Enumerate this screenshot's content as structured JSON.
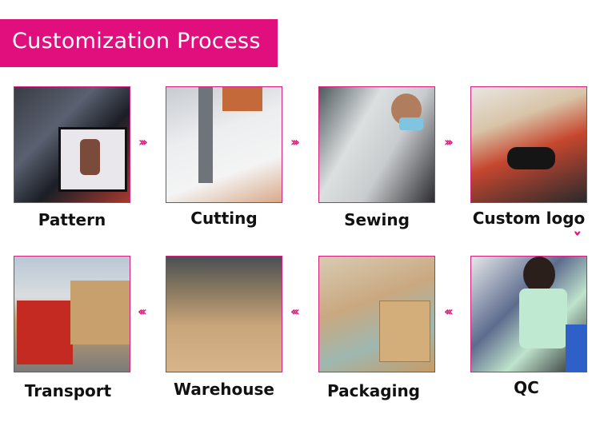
{
  "title": "Customization Process",
  "colors": {
    "accent": "#e10f7e"
  },
  "steps": [
    {
      "label": "Pattern"
    },
    {
      "label": "Cutting"
    },
    {
      "label": "Sewing"
    },
    {
      "label": "Custom logo"
    },
    {
      "label": "QC"
    },
    {
      "label": "Packaging"
    },
    {
      "label": "Warehouse"
    },
    {
      "label": "Transport"
    }
  ],
  "arrows": {
    "right": "›››",
    "left": "‹‹‹",
    "down": "›››"
  }
}
